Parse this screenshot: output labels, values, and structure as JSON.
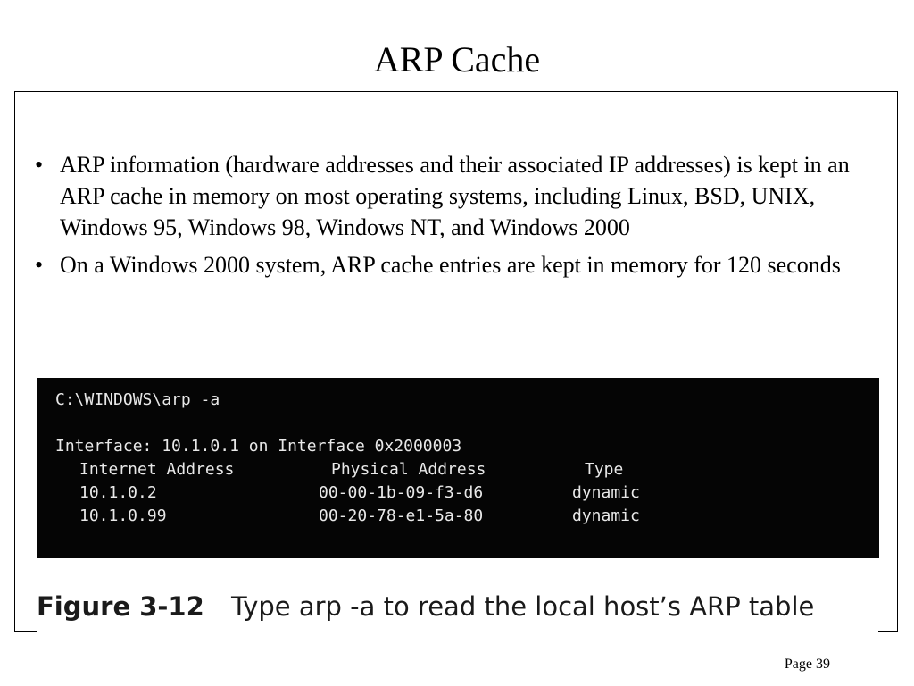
{
  "slide": {
    "title": "ARP Cache",
    "bullets": [
      "ARP information (hardware addresses and their associated IP addresses) is kept  in an ARP cache in memory on most operating systems, including Linux, BSD, UNIX, Windows 95, Windows 98, Windows NT, and Windows 2000",
      "On a Windows 2000 system, ARP cache entries are kept in memory for 120 seconds"
    ],
    "bullet_symbol": "•",
    "page_number": "Page 39"
  },
  "terminal": {
    "command": "C:\\WINDOWS\\arp -a",
    "interface_line": "Interface: 10.1.0.1 on Interface 0x2000003",
    "headers": [
      "Internet Address",
      "Physical Address",
      "Type"
    ],
    "rows": [
      [
        "10.1.0.2",
        "00-00-1b-09-f3-d6",
        "dynamic"
      ],
      [
        "10.1.0.99",
        "00-20-78-e1-5a-80",
        "dynamic"
      ]
    ]
  },
  "figure": {
    "label": "Figure 3-12",
    "caption": "Type arp -a to read the local host’s ARP table"
  }
}
